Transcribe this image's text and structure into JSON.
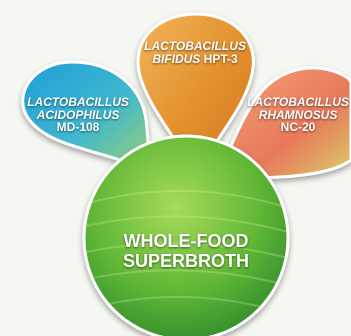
{
  "graphic": {
    "colors": {
      "background": "#f4f7f2",
      "petal_left": "#2fb3d6",
      "petal_center": "#e59a3c",
      "petal_right": "#e8836a",
      "main_circle": "#5fb635"
    },
    "petal_left": {
      "line1": "LACTOBACILLUS",
      "line2": "ACIDOPHILUS",
      "strain": "MD-108"
    },
    "petal_center": {
      "line1": "LACTOBACILLUS",
      "line2": "BIFIDUS",
      "strain": "HPT-3"
    },
    "petal_right": {
      "line1": "LACTOBACILLUS",
      "line2": "RHAMNOSUS",
      "strain": "NC-20"
    },
    "main": {
      "line1": "WHOLE-FOOD",
      "line2": "SUPERBROTH"
    }
  }
}
